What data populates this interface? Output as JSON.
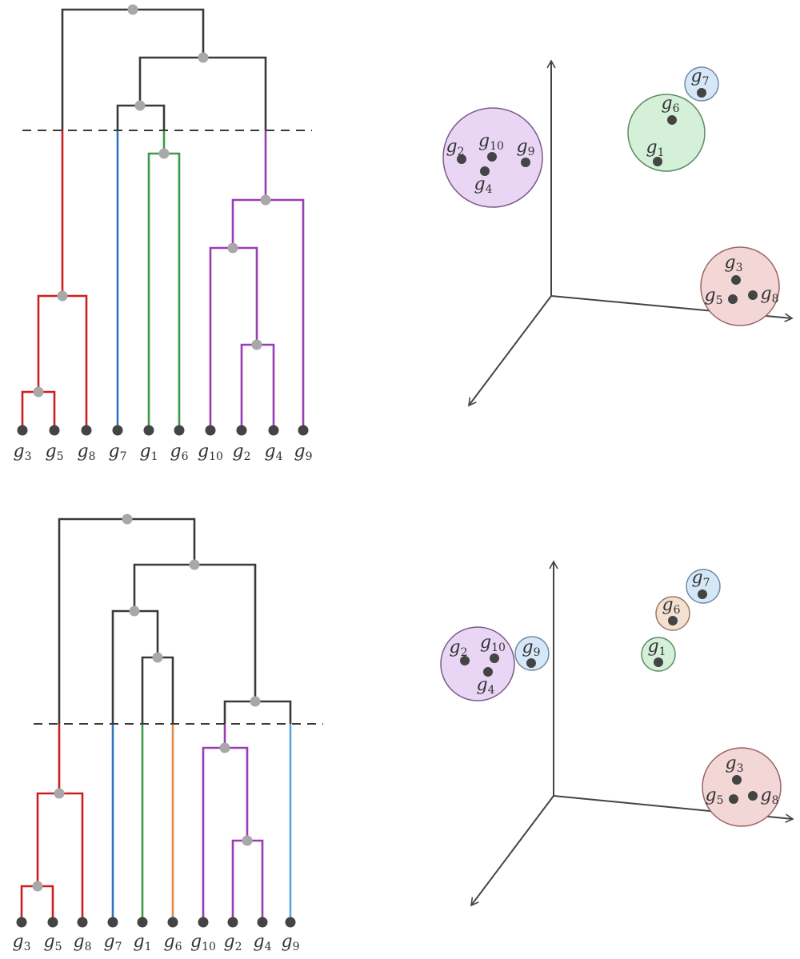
{
  "colors": {
    "black": "#3a3a3a",
    "red": "#cc1f1f",
    "blue": "#2f74c0",
    "green": "#3f9a4a",
    "purple": "#9b3bb5",
    "orange": "#df8a45",
    "lightblue": "#5aa6dc",
    "node": "#a8a8a8",
    "leaf": "#444444"
  },
  "leaf_labels": {
    "g3": {
      "base": "g",
      "sub": "3"
    },
    "g5": {
      "base": "g",
      "sub": "5"
    },
    "g8": {
      "base": "g",
      "sub": "8"
    },
    "g7": {
      "base": "g",
      "sub": "7"
    },
    "g1": {
      "base": "g",
      "sub": "1"
    },
    "g6": {
      "base": "g",
      "sub": "6"
    },
    "g10": {
      "base": "g",
      "sub": "10"
    },
    "g2": {
      "base": "g",
      "sub": "2"
    },
    "g4": {
      "base": "g",
      "sub": "4"
    },
    "g9": {
      "base": "g",
      "sub": "9"
    }
  },
  "panels": [
    {
      "leaf_order": [
        "g3",
        "g5",
        "g8",
        "g7",
        "g1",
        "g6",
        "g10",
        "g2",
        "g4",
        "g9"
      ],
      "clusters": [
        {
          "members": [
            "g3",
            "g5",
            "g8"
          ],
          "color": "red"
        },
        {
          "members": [
            "g7"
          ],
          "color": "blue"
        },
        {
          "members": [
            "g1",
            "g6"
          ],
          "color": "green"
        },
        {
          "members": [
            "g10",
            "g2",
            "g4",
            "g9"
          ],
          "color": "purple"
        }
      ],
      "groups_3d": [
        {
          "members": [
            "g2",
            "g10",
            "g9",
            "g4"
          ],
          "color": "purple"
        },
        {
          "members": [
            "g6",
            "g1"
          ],
          "color": "green"
        },
        {
          "members": [
            "g7"
          ],
          "color": "blue"
        },
        {
          "members": [
            "g3",
            "g5",
            "g8"
          ],
          "color": "red"
        }
      ]
    },
    {
      "leaf_order": [
        "g3",
        "g5",
        "g8",
        "g7",
        "g1",
        "g6",
        "g10",
        "g2",
        "g4",
        "g9"
      ],
      "clusters": [
        {
          "members": [
            "g3",
            "g5",
            "g8"
          ],
          "color": "red"
        },
        {
          "members": [
            "g7"
          ],
          "color": "blue"
        },
        {
          "members": [
            "g1"
          ],
          "color": "green"
        },
        {
          "members": [
            "g6"
          ],
          "color": "orange"
        },
        {
          "members": [
            "g10",
            "g2",
            "g4"
          ],
          "color": "purple"
        },
        {
          "members": [
            "g9"
          ],
          "color": "lightblue"
        }
      ],
      "groups_3d": [
        {
          "members": [
            "g2",
            "g10",
            "g4"
          ],
          "color": "purple"
        },
        {
          "members": [
            "g9"
          ],
          "color": "blue"
        },
        {
          "members": [
            "g7"
          ],
          "color": "blue"
        },
        {
          "members": [
            "g6"
          ],
          "color": "orange"
        },
        {
          "members": [
            "g1"
          ],
          "color": "green"
        },
        {
          "members": [
            "g3",
            "g5",
            "g8"
          ],
          "color": "red"
        }
      ]
    }
  ]
}
